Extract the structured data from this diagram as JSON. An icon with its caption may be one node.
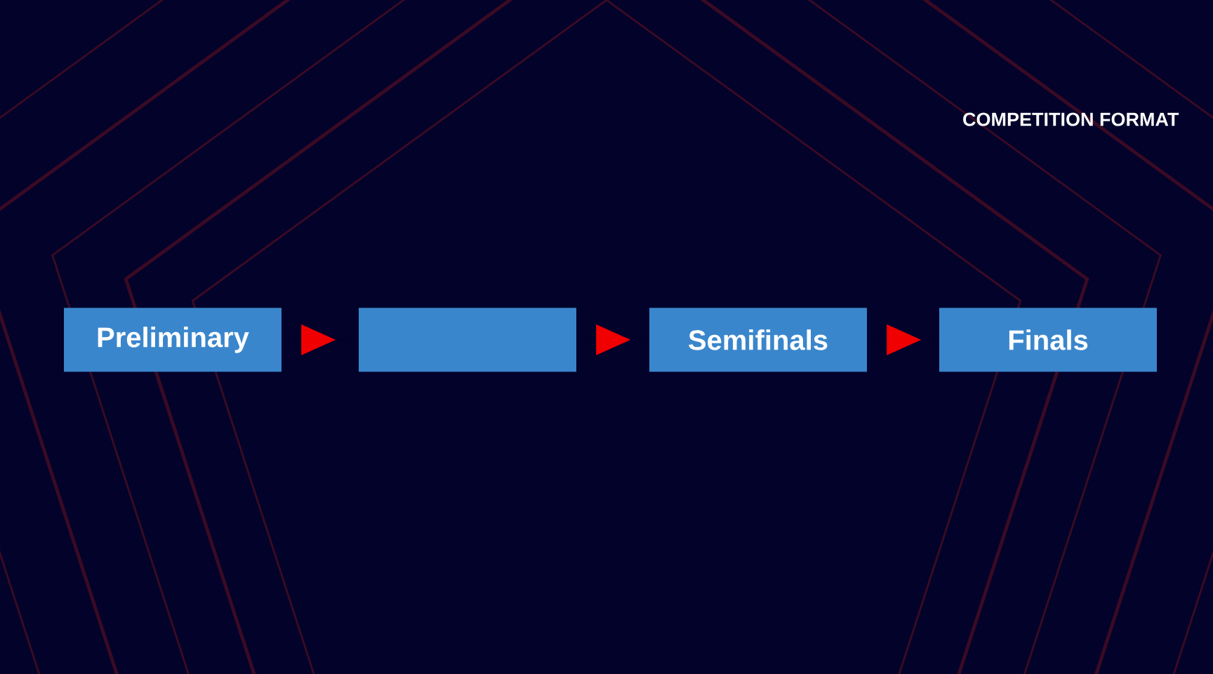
{
  "diagram": {
    "title": "COMPETITION FORMAT",
    "nodes": [
      {
        "text": [
          "Preliminary"
        ]
      },
      {
        "text": [],
        "shape": "box"
      },
      {
        "text": [
          "Semifinals"
        ]
      },
      {
        "text": [
          "Finals"
        ]
      }
    ],
    "edges": [
      {
        "from": 0,
        "to": 1,
        "arrow": "to"
      },
      {
        "from": 1,
        "to": 2,
        "arrow": "to"
      },
      {
        "from": 2,
        "to": 3,
        "arrow": "to"
      }
    ]
  }
}
